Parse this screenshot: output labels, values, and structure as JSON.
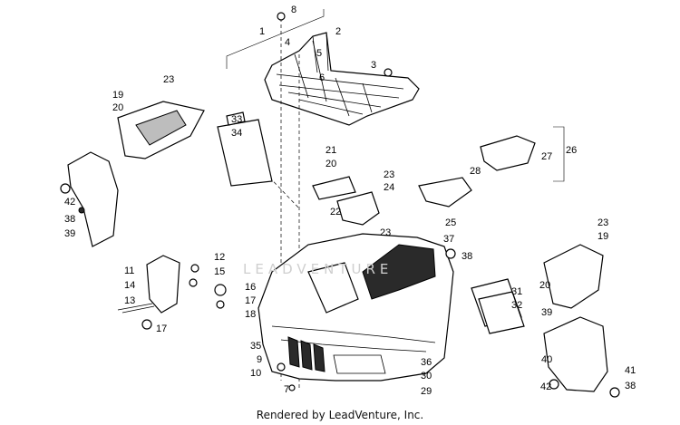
{
  "credit": "Rendered by LeadVenture, Inc.",
  "watermark": "LEADVENTURE",
  "callouts": [
    "1",
    "2",
    "3",
    "4",
    "5",
    "6",
    "7",
    "8",
    "9",
    "10",
    "11",
    "12",
    "13",
    "14",
    "15",
    "16",
    "17",
    "17",
    "18",
    "19",
    "19",
    "20",
    "20",
    "20",
    "21",
    "22",
    "23",
    "23",
    "23",
    "23",
    "24",
    "25",
    "26",
    "27",
    "28",
    "29",
    "30",
    "31",
    "32",
    "33",
    "34",
    "35",
    "36",
    "37",
    "38",
    "38",
    "39",
    "39",
    "40",
    "41",
    "42",
    "42"
  ],
  "colors": {
    "line": "#000000",
    "background": "#ffffff",
    "watermark": "#cfcfcf",
    "panel_dark": "#2a2a2a",
    "panel_grey": "#bdbdbd"
  }
}
